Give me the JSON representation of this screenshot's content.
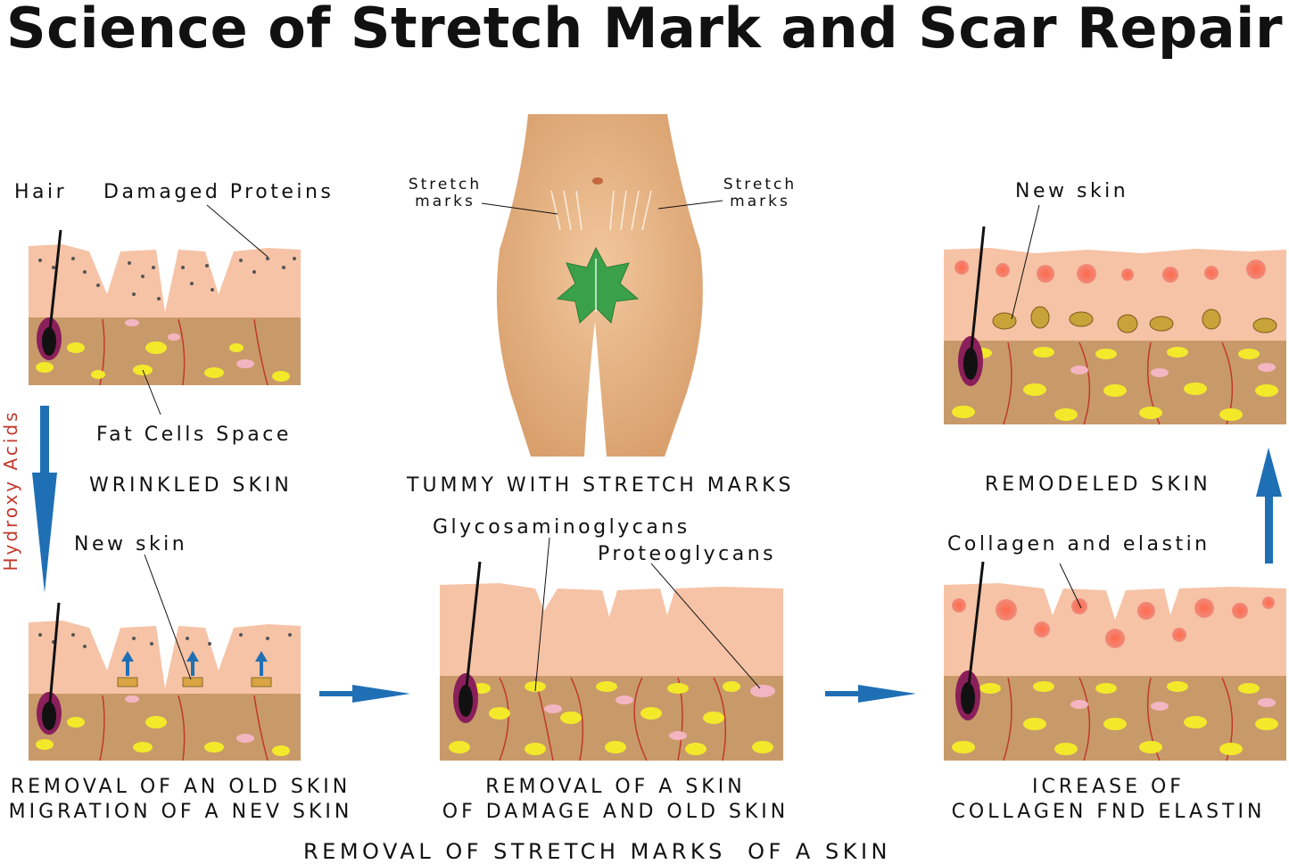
{
  "title": "Science of Stretch Mark and Scar Repair",
  "labels": {
    "hair": "Hair",
    "damaged_proteins": "Damaged Proteins",
    "fat_cells_space": "Fat Cells Space",
    "stretch_marks_left": [
      "Stretch",
      "marks"
    ],
    "stretch_marks_right": [
      "Stretch",
      "marks"
    ],
    "new_skin_top": "New skin",
    "new_skin_bottom": "New skin",
    "glycosaminoglycans": "Glycosaminoglycans",
    "proteoglycans": "Proteoglycans",
    "collagen_elastin": "Collagen and elastin",
    "hydroxy_acids": "Hydroxy Acids"
  },
  "captions": {
    "wrinkled_skin": "WRINKLED SKIN",
    "tummy": "TUMMY WITH STRETCH MARKS",
    "remodeled_skin": "REMODELED SKIN",
    "removal_old": [
      "REMOVAL OF AN OLD SKIN",
      "MIGRATION OF A NEV SKIN"
    ],
    "removal_damage": [
      "REMOVAL OF A SKIN",
      "OF DAMAGE AND OLD SKIN"
    ],
    "increase_collagen": [
      "ICREASE OF",
      "COLLAGEN FND ELASTIN"
    ],
    "footer": "REMOVAL OF STRETCH MARKS  OF A SKIN"
  },
  "colors": {
    "skin_top": "#f6c3a6",
    "dermis": "#c89a6a",
    "fat_yellow": "#f3e92a",
    "vessel_red": "#c0392b",
    "arrow_blue": "#1f6fb5",
    "hair_black": "#111111",
    "follicle": "#8a1f5a",
    "leaf_green": "#3aa14a",
    "body_tan": "#e8b486"
  }
}
